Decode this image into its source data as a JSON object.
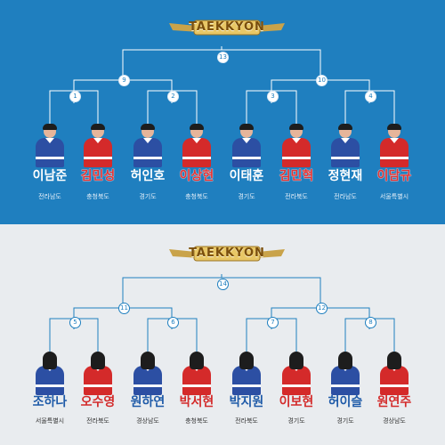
{
  "top": {
    "logo": "TAEKKYON",
    "match_numbers": {
      "final": "13",
      "semi_left": "9",
      "semi_right": "10",
      "q1": "1",
      "q2": "2",
      "q3": "3",
      "q4": "4"
    },
    "players": [
      {
        "name": "이남준",
        "region": "전라남도",
        "uniform": "blue"
      },
      {
        "name": "김민성",
        "region": "충청북도",
        "uniform": "red"
      },
      {
        "name": "허인호",
        "region": "경기도",
        "uniform": "blue"
      },
      {
        "name": "이상현",
        "region": "충청북도",
        "uniform": "red"
      },
      {
        "name": "이태훈",
        "region": "경기도",
        "uniform": "blue"
      },
      {
        "name": "김민혁",
        "region": "전라북도",
        "uniform": "red"
      },
      {
        "name": "정현재",
        "region": "전라남도",
        "uniform": "blue"
      },
      {
        "name": "이담규",
        "region": "서울특별시",
        "uniform": "red"
      }
    ],
    "colors": {
      "background": "#1f7fbf",
      "line": "#ffffff",
      "red_name": "#e23434"
    }
  },
  "bottom": {
    "logo": "TAEKKYON",
    "match_numbers": {
      "final": "14",
      "semi_left": "11",
      "semi_right": "12",
      "q1": "5",
      "q2": "6",
      "q3": "7",
      "q4": "8"
    },
    "players": [
      {
        "name": "조하나",
        "region": "서울특별시",
        "uniform": "blue"
      },
      {
        "name": "오수영",
        "region": "전라북도",
        "uniform": "red"
      },
      {
        "name": "원하연",
        "region": "경상남도",
        "uniform": "blue"
      },
      {
        "name": "박서현",
        "region": "충청북도",
        "uniform": "red"
      },
      {
        "name": "박지원",
        "region": "전라북도",
        "uniform": "blue"
      },
      {
        "name": "이보현",
        "region": "경기도",
        "uniform": "red"
      },
      {
        "name": "허이슬",
        "region": "경기도",
        "uniform": "blue"
      },
      {
        "name": "원연주",
        "region": "경상남도",
        "uniform": "red"
      }
    ],
    "colors": {
      "background": "#e9ecef",
      "line": "#1f7fbf",
      "blue_name": "#1e5aa8",
      "red_name": "#d32a2a"
    }
  }
}
